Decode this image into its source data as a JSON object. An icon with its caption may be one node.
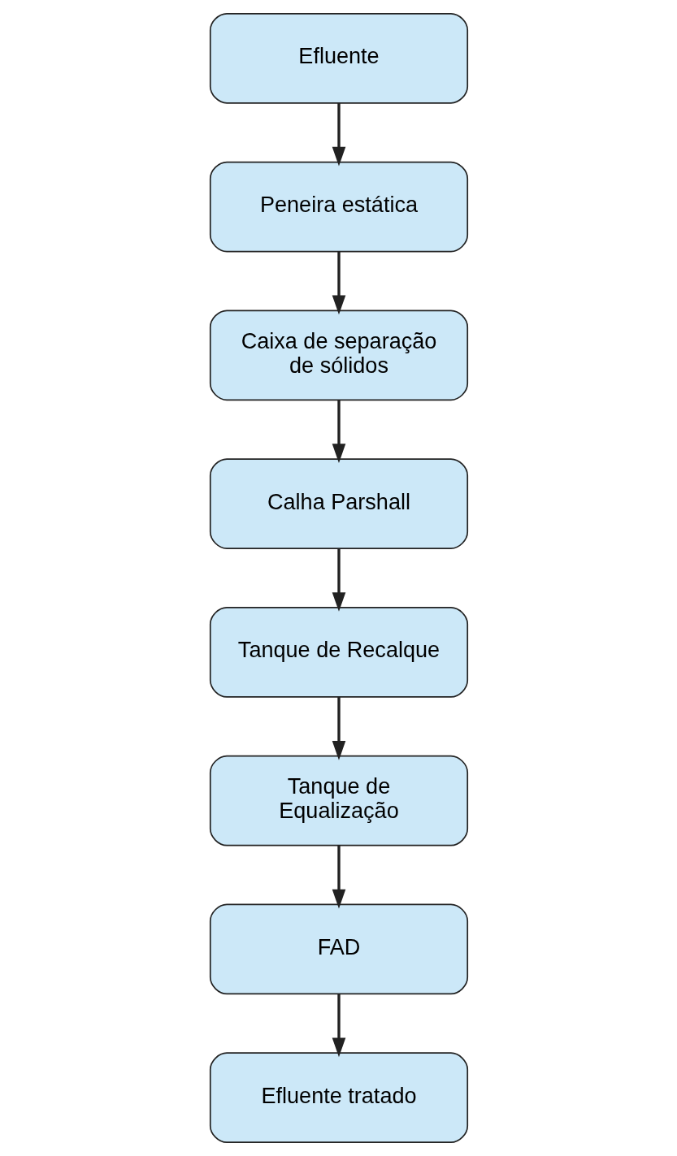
{
  "diagram": {
    "nodes": [
      {
        "text": [
          "Efluente"
        ]
      },
      {
        "text": [
          "Peneira estática"
        ]
      },
      {
        "text": [
          "Caixa de separação de sólidos"
        ]
      },
      {
        "text": [
          "Calha Parshall"
        ]
      },
      {
        "text": [
          "Tanque de Recalque"
        ]
      },
      {
        "text": [
          "Tanque de Equalização"
        ]
      },
      {
        "text": [
          "FAD"
        ]
      },
      {
        "text": [
          "Efluente tratado"
        ]
      }
    ],
    "edges": [
      {
        "from": 0,
        "to": 1,
        "arrow": "to"
      },
      {
        "from": 1,
        "to": 2,
        "arrow": "to"
      },
      {
        "from": 2,
        "to": 3,
        "arrow": "to"
      },
      {
        "from": 3,
        "to": 4,
        "arrow": "to"
      },
      {
        "from": 4,
        "to": 5,
        "arrow": "to"
      },
      {
        "from": 5,
        "to": 6,
        "arrow": "to"
      },
      {
        "from": 6,
        "to": 7,
        "arrow": "to"
      }
    ]
  }
}
